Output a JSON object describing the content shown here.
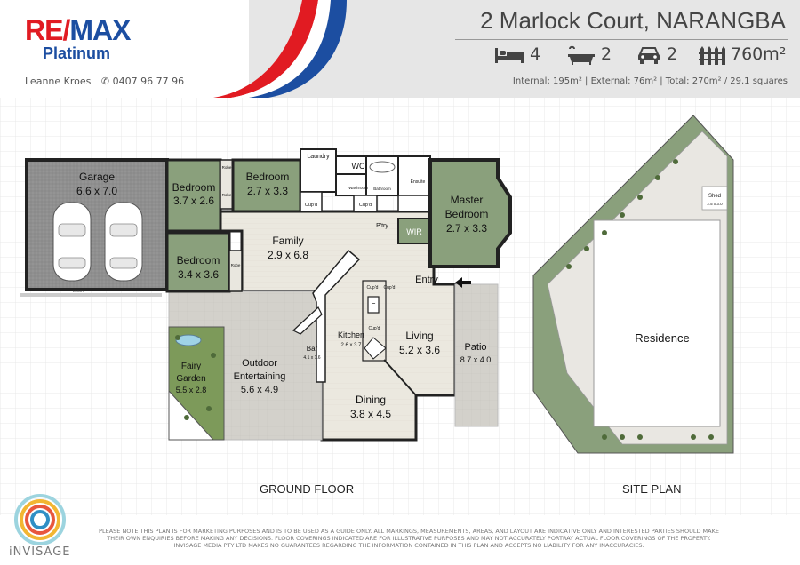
{
  "header": {
    "logo_text_re": "RE/",
    "logo_text_max": "MAX",
    "logo_sub": "Platinum",
    "agent_name": "Leanne Kroes",
    "agent_phone": "0407 96 77 96",
    "address": "2 Marlock Court, NARANGBA",
    "beds": "4",
    "baths": "2",
    "cars": "2",
    "land": "760m²",
    "areas": "Internal: 195m²  |  External: 76m²  |  Total:  270m² / 29.1 squares"
  },
  "rooms": {
    "garage": "Garage",
    "garage_dim": "6.6 x 7.0",
    "bed1": "Bedroom",
    "bed1_dim": "3.7 x 2.6",
    "bed2": "Bedroom",
    "bed2_dim": "2.7 x 3.3",
    "bed3": "Bedroom",
    "bed3_dim": "3.4 x 3.6",
    "master": "Master",
    "master2": "Bedroom",
    "master_dim": "2.7 x 3.3",
    "family": "Family",
    "family_dim": "2.9 x 6.8",
    "laundry": "Laundry",
    "wc": "WC",
    "washroom": "Washroom",
    "bathroom": "Bathroom",
    "ensuite": "Ensuite",
    "wir": "WIR",
    "ptry": "P'try",
    "cupd": "Cup'd",
    "robe": "Robe",
    "entry": "Entry",
    "living": "Living",
    "living_dim": "5.2 x 3.6",
    "kitchen": "Kitchen",
    "kitchen_dim": "2.6 x 3.7",
    "bar": "Bar",
    "bar_dim": "4.1 x 1.6",
    "f": "F",
    "outdoor": "Outdoor",
    "outdoor2": "Entertaining",
    "outdoor_dim": "5.6 x 4.9",
    "fairy": "Fairy",
    "fairy2": "Garden",
    "fairy_dim": "5.5 x 2.8",
    "dining": "Dining",
    "dining_dim": "3.8 x 4.5",
    "patio": "Patio",
    "patio_dim": "8.7 x 4.0",
    "door": "DOOR",
    "residence": "Residence",
    "shed": "Shed",
    "shed_dim": "2.5 x 3.0"
  },
  "labels": {
    "ground_floor": "GROUND FLOOR",
    "site_plan": "SITE PLAN"
  },
  "footer": {
    "disclaimer": "PLEASE NOTE THIS PLAN IS FOR MARKETING PURPOSES AND IS TO BE USED AS A GUIDE ONLY. ALL MARKINGS, MEASUREMENTS, AREAS, AND LAYOUT ARE INDICATIVE ONLY AND INTERESTED PARTIES SHOULD MAKE THEIR OWN ENQUIRIES BEFORE MAKING ANY DECISIONS. FLOOR COVERINGS INDICATED ARE FOR ILLUSTRATIVE PURPOSES AND MAY NOT ACCURATELY PORTRAY ACTUAL FLOOR COVERINGS OF THE PROPERTY. INVISAGE MEDIA PTY LTD MAKES NO GUARANTEES REGARDING THE INFORMATION CONTAINED IN THIS PLAN AND ACCEPTS NO LIABILITY FOR ANY INACCURACIES.",
    "brand": "iNVISAGE"
  },
  "colors": {
    "remax_red": "#e11b22",
    "remax_blue": "#1c4ea1",
    "bedroom_green": "#8aa07c",
    "garage_grey": "#8f8f8f",
    "floor_beige": "#ebe8df",
    "outdoor_grey": "#d2d0ca",
    "garden_green": "#7d9a5a"
  }
}
